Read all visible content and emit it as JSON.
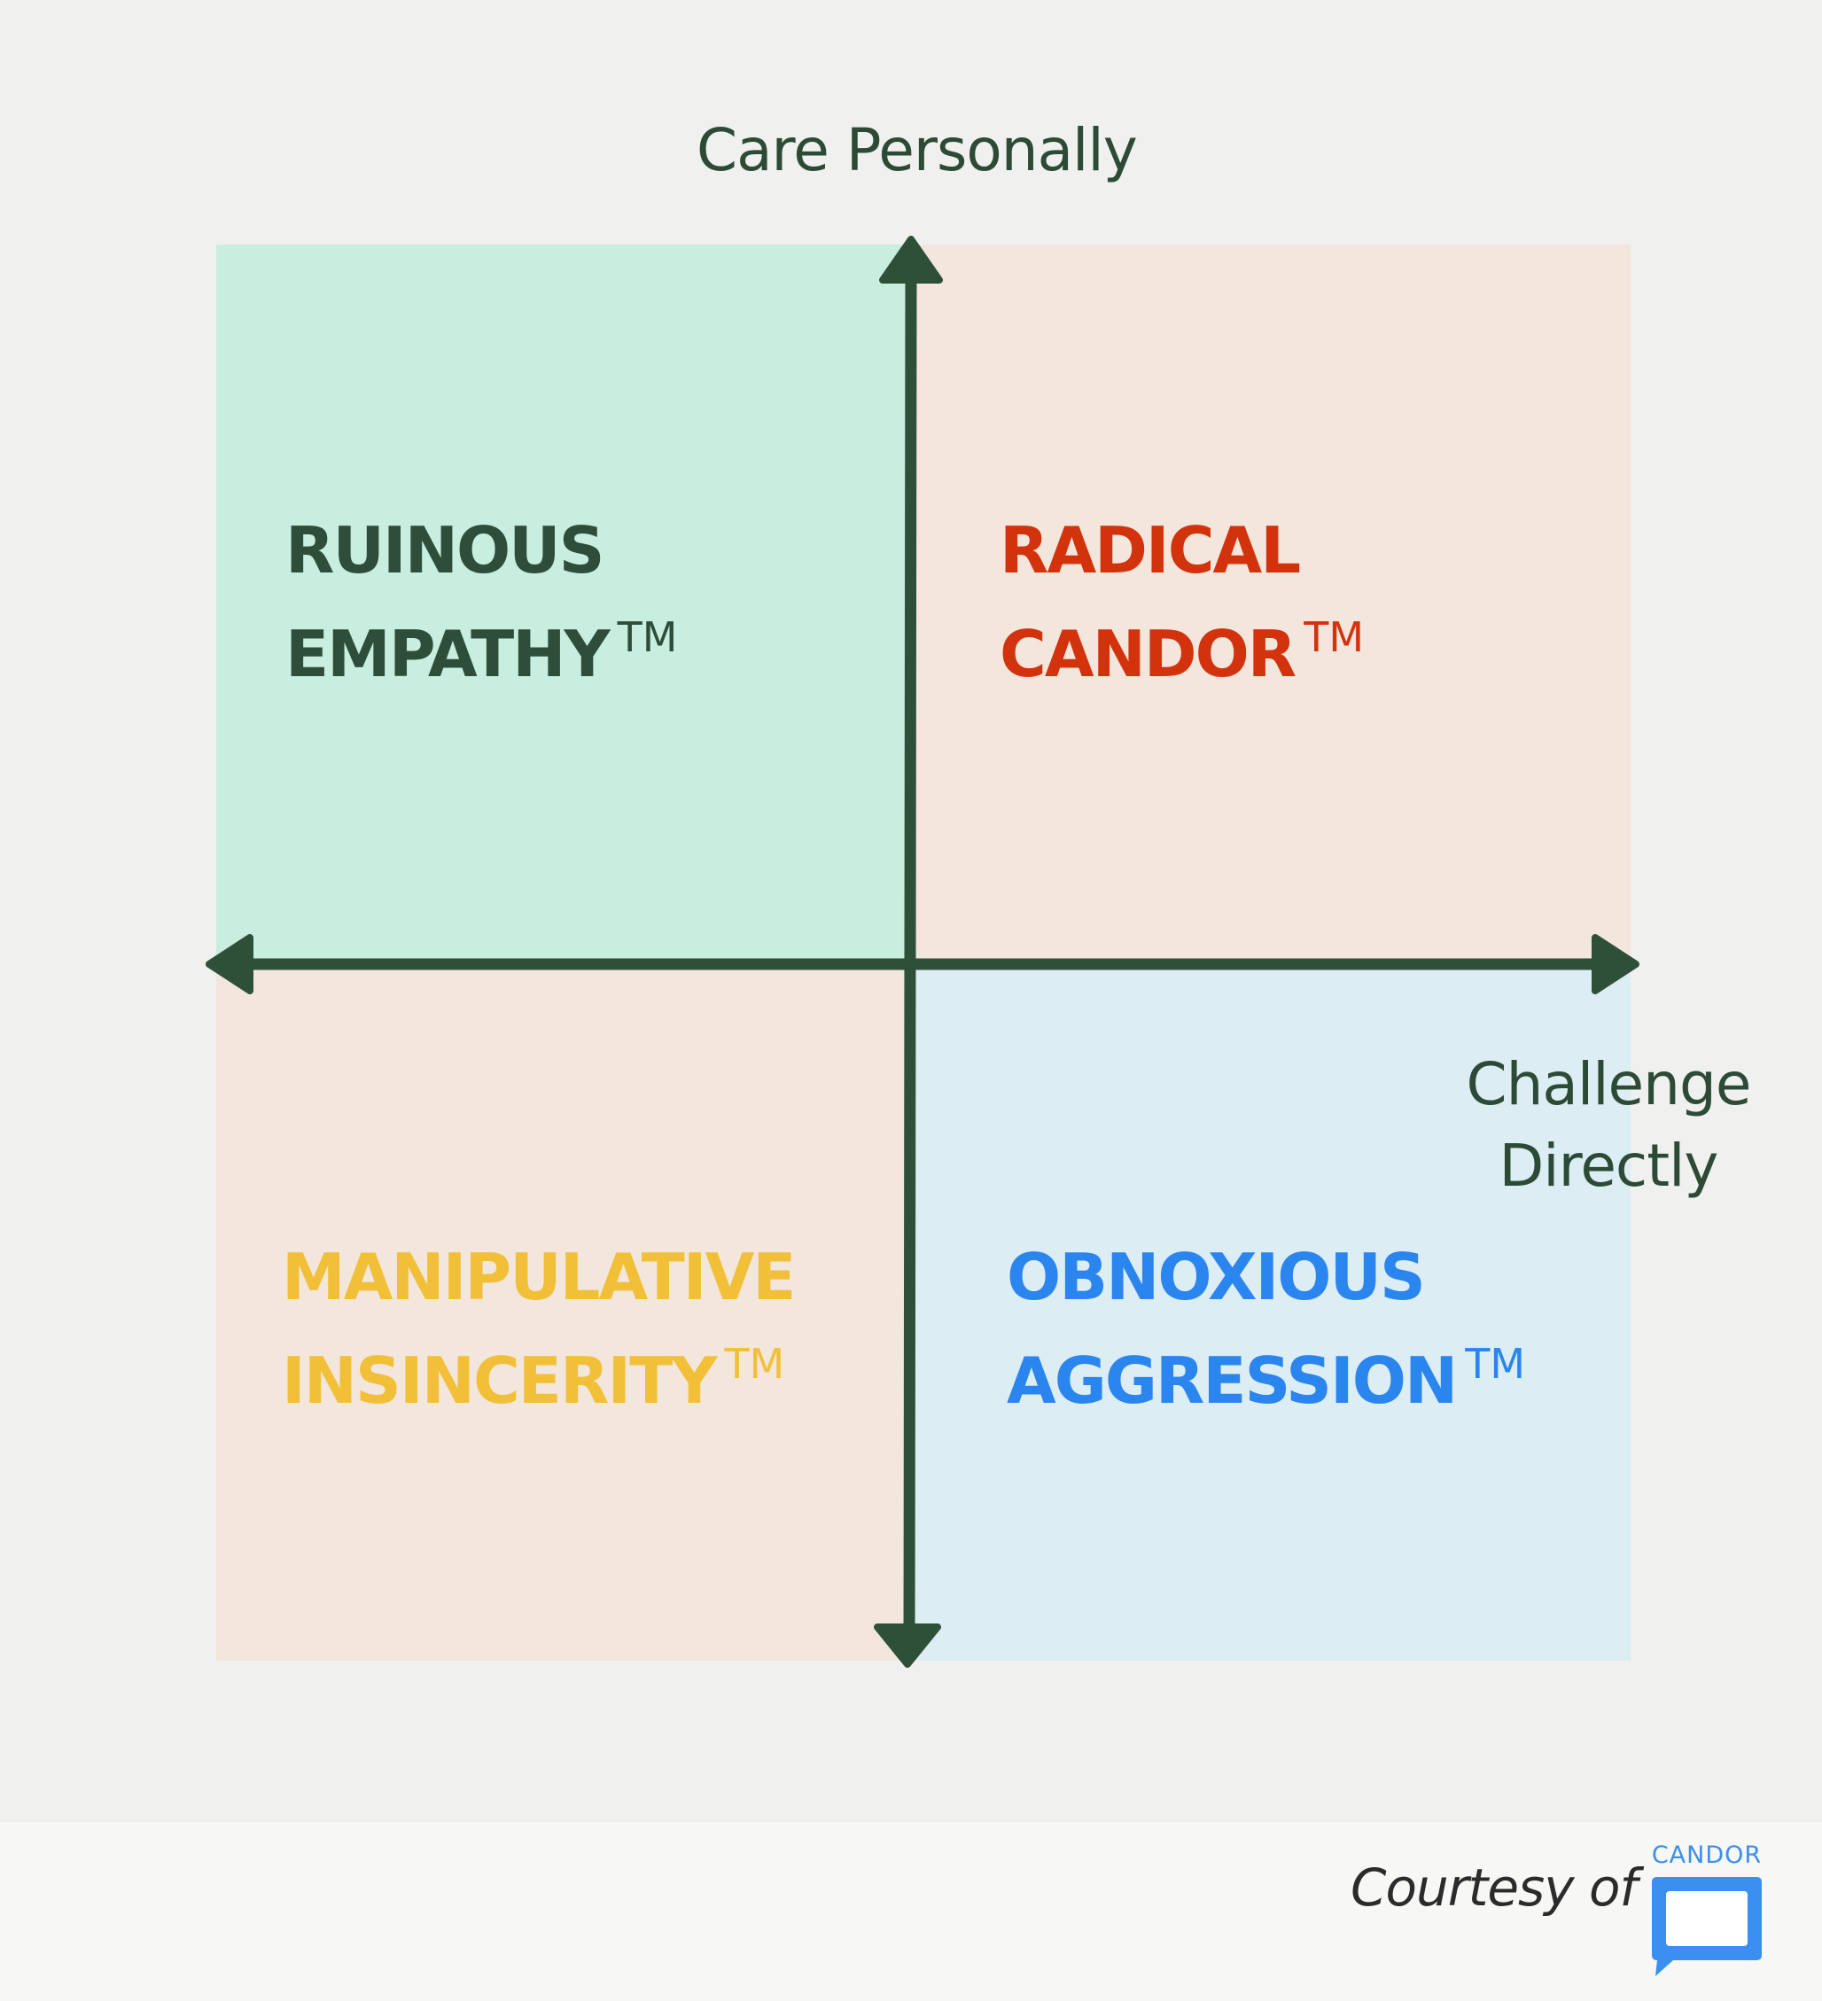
{
  "diagram": {
    "y_axis_label": "Care Personally",
    "x_axis_label": [
      "Challenge",
      "Directly"
    ],
    "axis_color": "#2f5038",
    "quadrants": {
      "top_left": {
        "lines": [
          "RUINOUS",
          "EMPATHY"
        ],
        "mark": "TM",
        "color": "#2f4d3b",
        "background": "#c8eee0"
      },
      "top_right": {
        "lines": [
          "RADICAL",
          "CANDOR"
        ],
        "mark": "TM",
        "color": "#d2330d",
        "background": "#f3e6dc"
      },
      "bottom_left": {
        "lines": [
          "MANIPULATIVE",
          "INSINCERITY"
        ],
        "mark": "TM",
        "color": "#f2c038",
        "background": "#f3e6dc"
      },
      "bottom_right": {
        "lines": [
          "OBNOXIOUS",
          "AGGRESSION"
        ],
        "mark": "TM",
        "color": "#2a85ee",
        "background": "#dcedf3"
      }
    }
  },
  "footer": {
    "courtesy_text": "Courtesy of",
    "logo_text": "CANDOR",
    "logo_icon": "speech-bubble-icon",
    "logo_color": "#3a8ff0"
  }
}
